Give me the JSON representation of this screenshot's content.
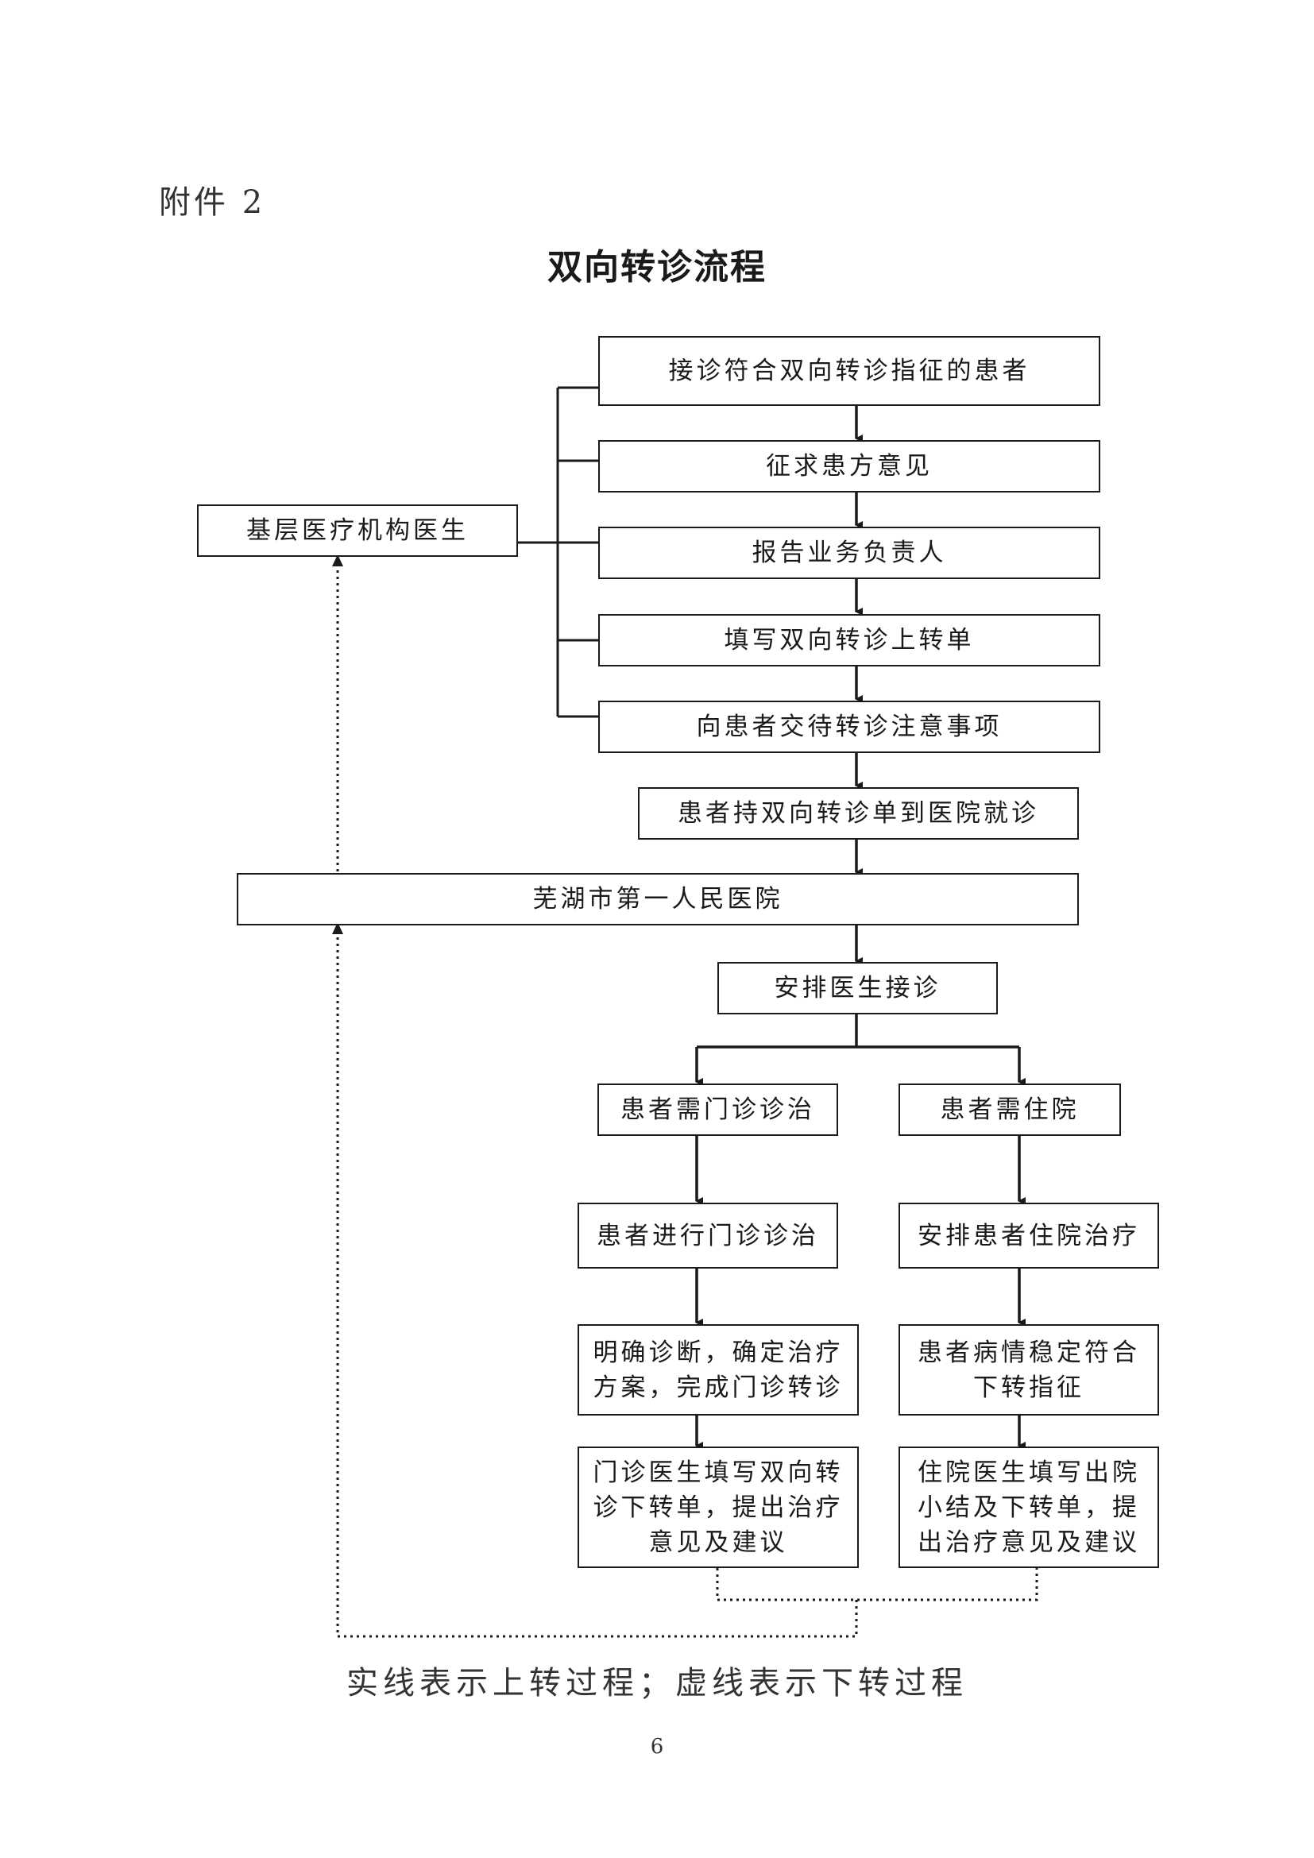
{
  "annex_label": "附件 2",
  "title": "双向转诊流程",
  "nodes": {
    "primary_doctor": "基层医疗机构医生",
    "accept_patient": "接诊符合双向转诊指征的患者",
    "seek_opinion": "征求患方意见",
    "report_leader": "报告业务负责人",
    "fill_up_form": "填写双向转诊上转单",
    "explain_notes": "向患者交待转诊注意事项",
    "patient_visit": "患者持双向转诊单到医院就诊",
    "hospital": "芜湖市第一人民医院",
    "assign_doctor": "安排医生接诊",
    "need_outpatient": "患者需门诊诊治",
    "need_inpatient": "患者需住院",
    "outpatient_treatment": "患者进行门诊诊治",
    "inpatient_treatment": "安排患者住院治疗",
    "outpatient_diagnosis": "明确诊断，确定治疗\n方案，完成门诊转诊",
    "inpatient_stable": "患者病情稳定符合\n下转指征",
    "outpatient_down_form": "门诊医生填写双向转\n诊下转单，提出治疗\n意见及建议",
    "inpatient_down_form": "住院医生填写出院\n小结及下转单，提\n出治疗意见及建议"
  },
  "legend": "实线表示上转过程；虚线表示下转过程",
  "page_number": "6"
}
